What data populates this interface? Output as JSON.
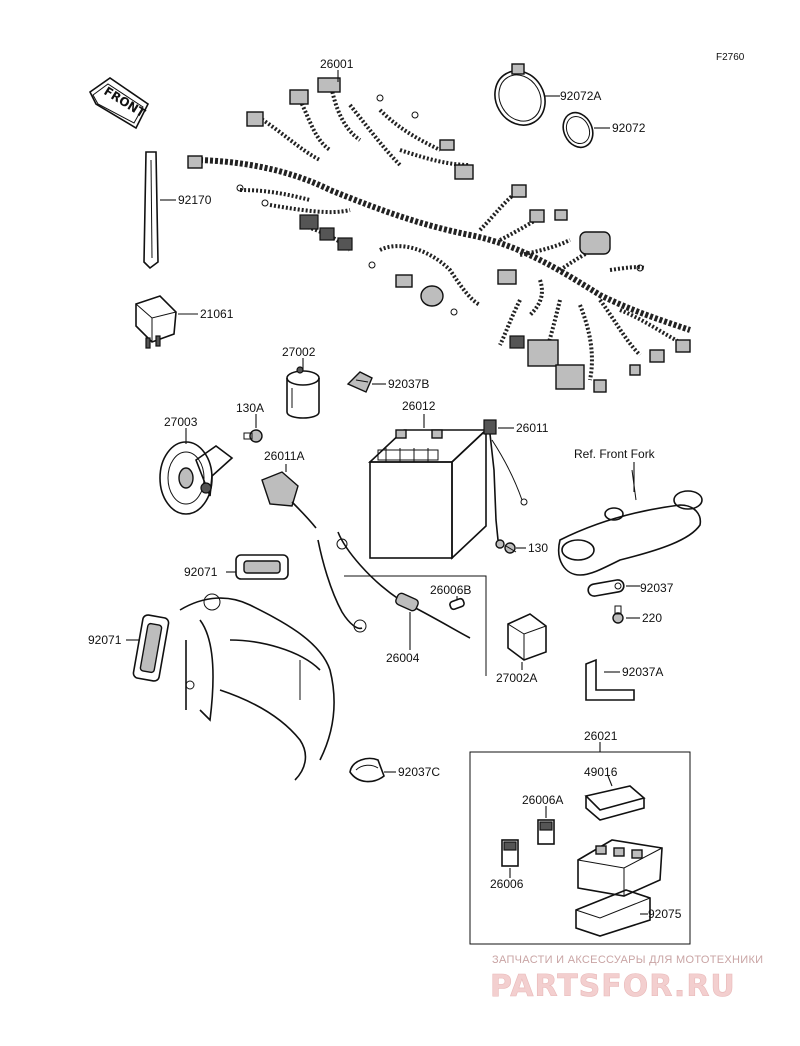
{
  "diagram_code": "F2760",
  "front_arrow_label": "FRONT",
  "labels": {
    "p26001": "26001",
    "p92072A": "92072A",
    "p92072": "92072",
    "p92170": "92170",
    "p21061": "21061",
    "p27002": "27002",
    "p92037B": "92037B",
    "p26012": "26012",
    "p26011": "26011",
    "p27003": "27003",
    "p130A": "130A",
    "p26011A": "26011A",
    "ref_front_fork": "Ref. Front Fork",
    "p130": "130",
    "p92071_upper": "92071",
    "p92071_lower": "92071",
    "p26006B": "26006B",
    "p92037": "92037",
    "p220": "220",
    "p26004": "26004",
    "p27002A": "27002A",
    "p92037A": "92037A",
    "p26021": "26021",
    "p49016": "49016",
    "p92037C": "92037C",
    "p26006A": "26006A",
    "p26006": "26006",
    "p92075": "92075"
  },
  "watermark": {
    "tagline": "ЗАПЧАСТИ И АКСЕССУАРЫ ДЛЯ МОТОТЕХНИКИ",
    "logo": "PARTSFOR.RU"
  }
}
